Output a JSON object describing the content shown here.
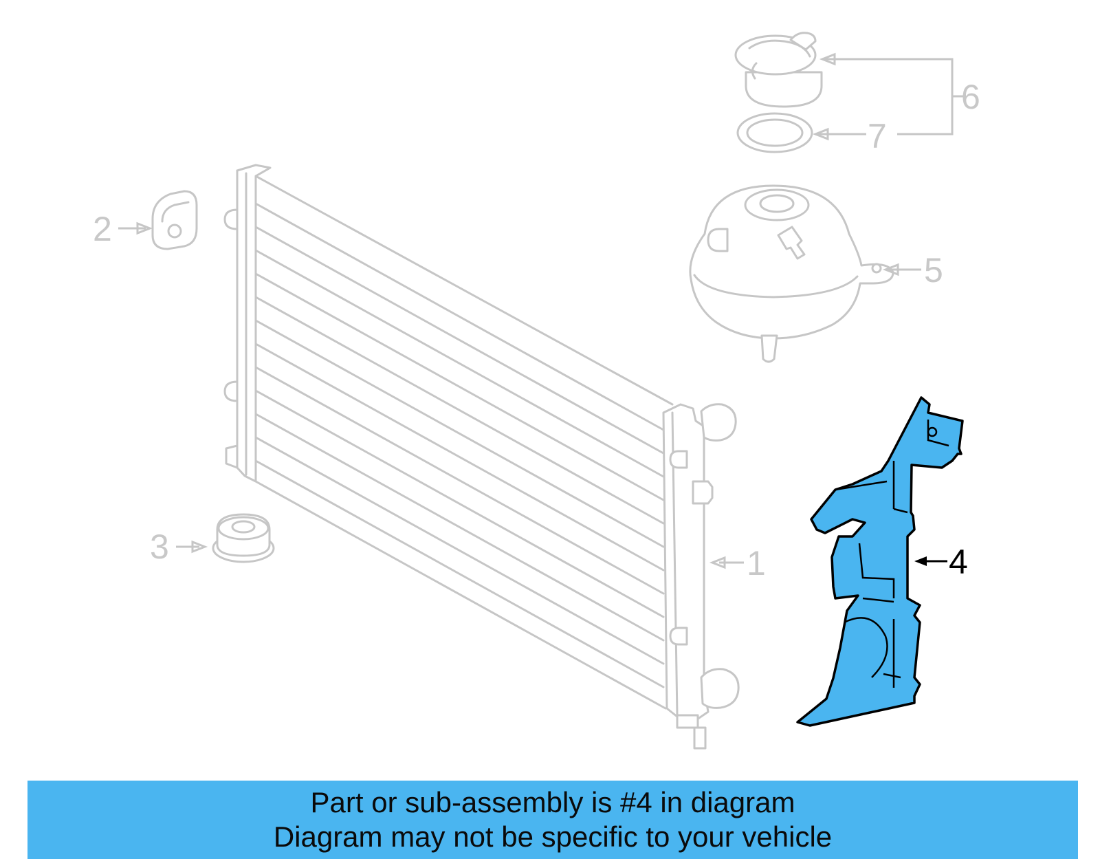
{
  "callouts": {
    "c1": "1",
    "c2": "2",
    "c3": "3",
    "c4": "4",
    "c5": "5",
    "c6": "6",
    "c7": "7"
  },
  "highlight_color": "#4ab5f0",
  "banner": {
    "line1": "Part or sub-assembly is #4 in diagram",
    "line2": "Diagram may not be specific to your vehicle"
  }
}
